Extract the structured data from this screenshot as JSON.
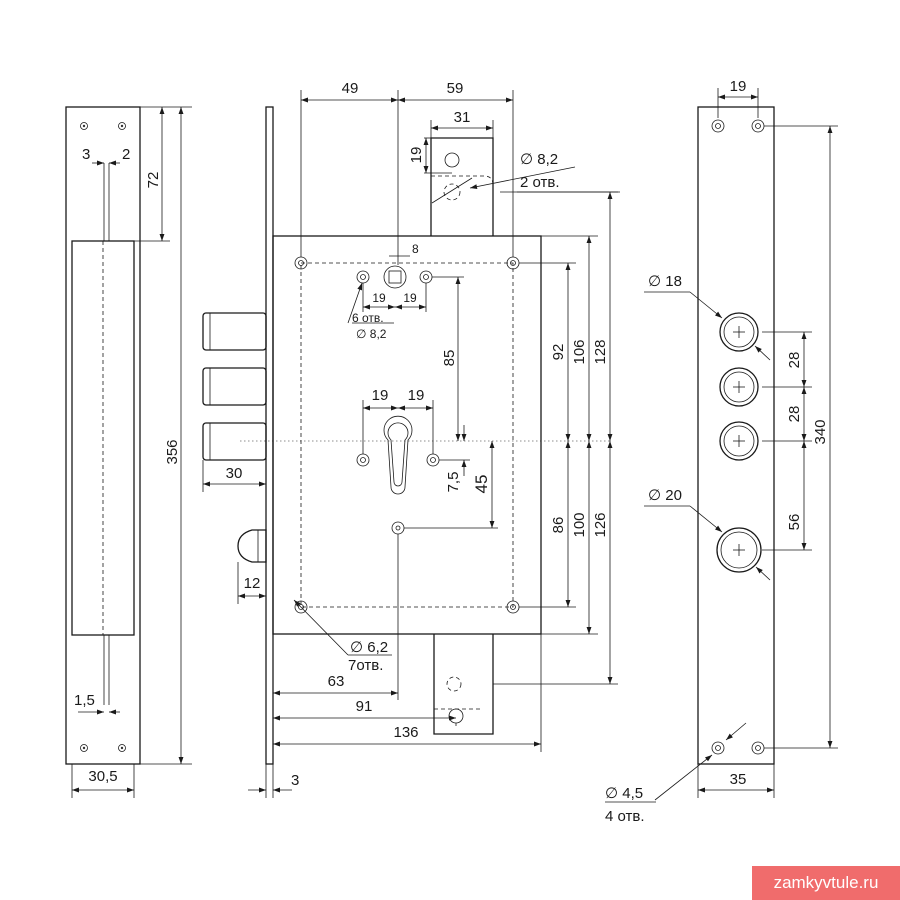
{
  "front": {
    "dims": {
      "d49": "49",
      "d59": "59",
      "d31": "31",
      "d19top": "19",
      "d8_2": "∅ 8,2",
      "d8_2_note": "2 отв.",
      "d8": "8",
      "d19a": "19",
      "d19b": "19",
      "holes6": "6 отв.",
      "d8_2b": "∅ 8,2",
      "d85": "85",
      "d92": "92",
      "d106": "106",
      "d128": "128",
      "d19c": "19",
      "d19d": "19",
      "d7_5": "7,5",
      "d45": "45",
      "d30": "30",
      "d86": "86",
      "d100": "100",
      "d126": "126",
      "d12": "12",
      "d6_2": "∅ 6,2",
      "d6_2_note": "7отв.",
      "d63": "63",
      "d91": "91",
      "d136": "136",
      "d3": "3"
    }
  },
  "side": {
    "dims": {
      "d3": "3",
      "d2": "2",
      "d72": "72",
      "d356": "356",
      "d1_5": "1,5",
      "d30_5": "30,5"
    }
  },
  "plate": {
    "dims": {
      "d19": "19",
      "d18": "∅ 18",
      "d28a": "28",
      "d28b": "28",
      "d340": "340",
      "d20": "∅ 20",
      "d56": "56",
      "d4_5": "∅ 4,5",
      "d4_5_note": "4 отв.",
      "d35": "35"
    }
  },
  "watermark": "zamkyvtule.ru"
}
